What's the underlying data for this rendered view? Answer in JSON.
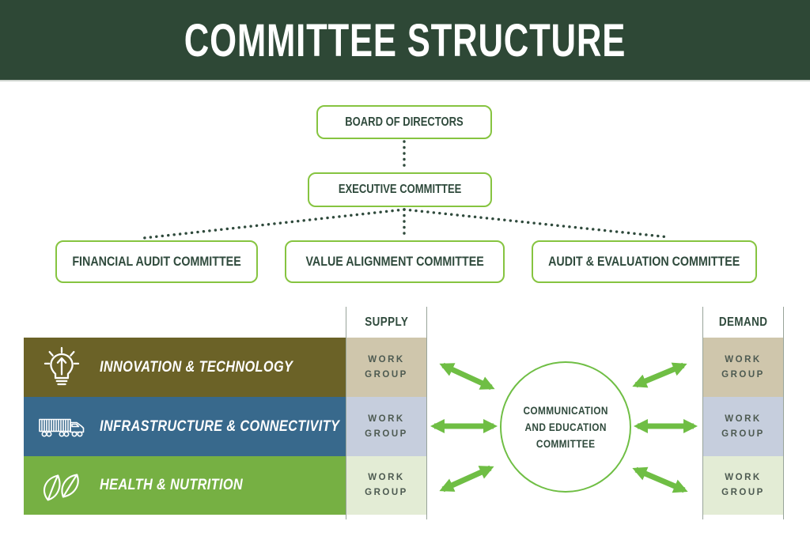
{
  "header": {
    "title": "COMMITTEE STRUCTURE"
  },
  "org_chart": {
    "board_label": "BOARD OF DIRECTORS",
    "executive_label": "EXECUTIVE COMMITTEE",
    "financial_label": "FINANCIAL AUDIT COMMITTEE",
    "value_label": "VALUE ALIGNMENT COMMITTEE",
    "audit_label": "AUDIT & EVALUATION COMMITTEE"
  },
  "matrix": {
    "supply_header": "SUPPLY",
    "demand_header": "DEMAND",
    "work_group_label": "WORK GROUP",
    "rows": [
      {
        "label": "INNOVATION & TECHNOLOGY",
        "icon": "lightbulb-icon",
        "bar_color": "#6B6227",
        "cell_color": "#CFC6AC"
      },
      {
        "label": "INFRASTRUCTURE & CONNECTIVITY",
        "icon": "truck-icon",
        "bar_color": "#38698C",
        "cell_color": "#C6CEDD"
      },
      {
        "label": "HEALTH & NUTRITION",
        "icon": "leaves-icon",
        "bar_color": "#76B043",
        "cell_color": "#E3ECD5"
      }
    ]
  },
  "hub": {
    "line1": "COMMUNICATION",
    "line2": "AND EDUCATION",
    "line3": "COMMITTEE"
  },
  "colors": {
    "header_bg": "#2E4836",
    "dark_green_text": "#2F4A3C",
    "box_border_green": "#86C440",
    "arrow_green": "#6FBE44",
    "column_line_gray": "#98A49A",
    "work_group_text": "#4D5A51",
    "title_text": "#FFFFFF",
    "row_label_text": "#FFFFFF"
  }
}
